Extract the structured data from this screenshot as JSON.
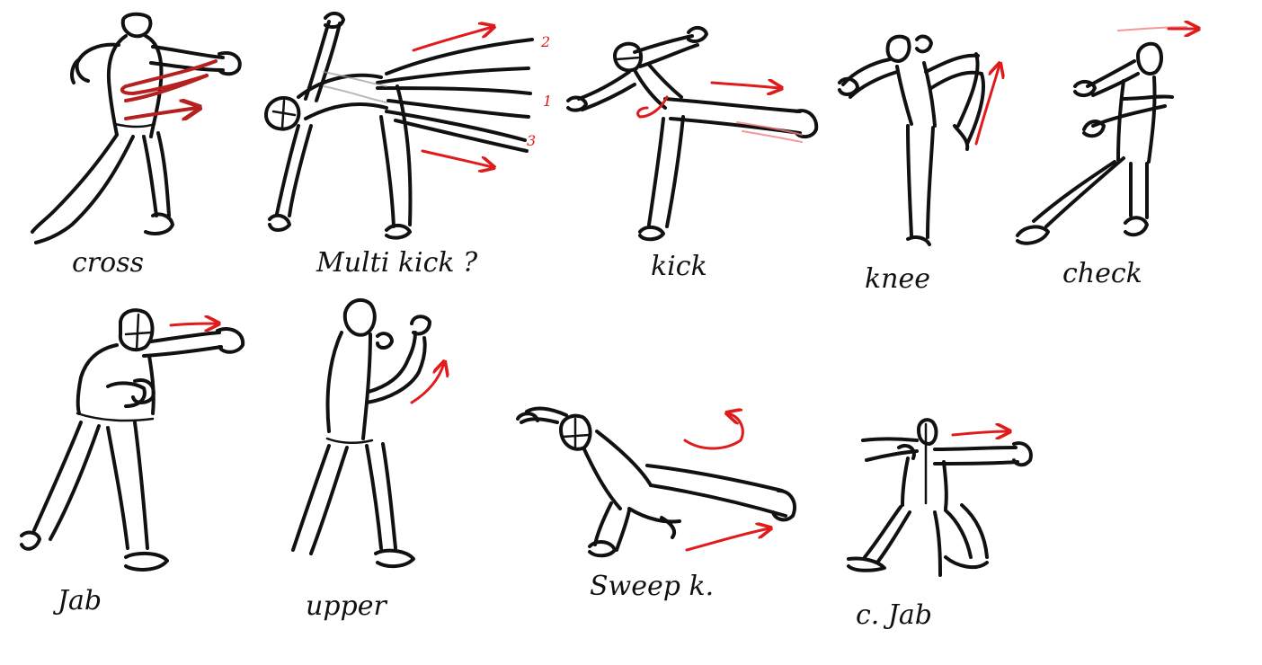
{
  "sketches": [
    {
      "id": "cross",
      "label": "cross"
    },
    {
      "id": "multi-kick",
      "label": "Multi kick ?",
      "steps": [
        "2",
        "1",
        "3"
      ]
    },
    {
      "id": "kick",
      "label": "kick"
    },
    {
      "id": "knee",
      "label": "knee"
    },
    {
      "id": "check",
      "label": "check"
    },
    {
      "id": "jab",
      "label": "Jab"
    },
    {
      "id": "upper",
      "label": "upper"
    },
    {
      "id": "sweep-kick",
      "label": "Sweep k."
    },
    {
      "id": "crouch-jab",
      "label": "c. Jab"
    }
  ],
  "colors": {
    "ink": "#111111",
    "motion_arrow": "#e01b1b",
    "motion_arrow_dark": "#b52020",
    "background": "#ffffff"
  }
}
